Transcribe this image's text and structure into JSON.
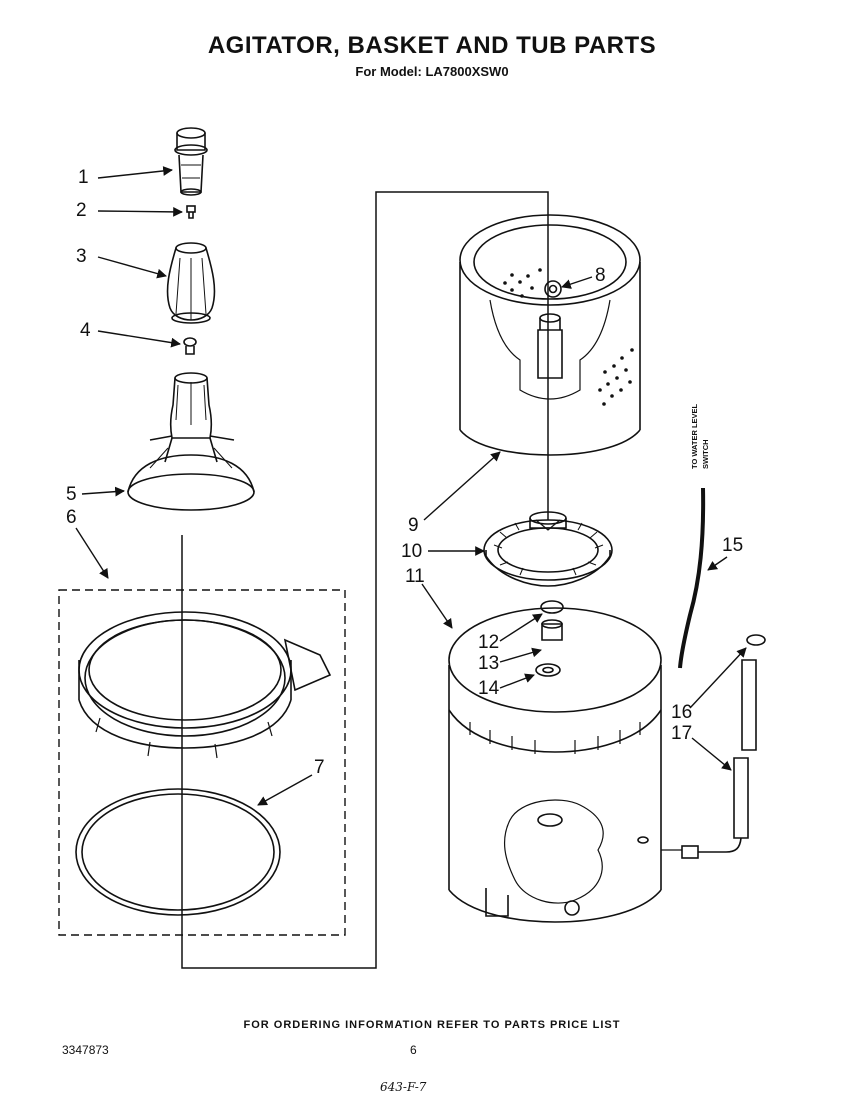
{
  "header": {
    "title": "AGITATOR, BASKET AND TUB PARTS",
    "model_line": "For Model: LA7800XSW0"
  },
  "callouts": [
    {
      "number": "1"
    },
    {
      "number": "2"
    },
    {
      "number": "3"
    },
    {
      "number": "4"
    },
    {
      "number": "5"
    },
    {
      "number": "6"
    },
    {
      "number": "7"
    },
    {
      "number": "8"
    },
    {
      "number": "9"
    },
    {
      "number": "10"
    },
    {
      "number": "11"
    },
    {
      "number": "12"
    },
    {
      "number": "13"
    },
    {
      "number": "14"
    },
    {
      "number": "15"
    },
    {
      "number": "16"
    },
    {
      "number": "17"
    }
  ],
  "side_note": {
    "line1": "TO WATER LEVEL",
    "line2": "SWITCH"
  },
  "footer": {
    "ordering_info": "FOR ORDERING INFORMATION REFER TO PARTS PRICE LIST",
    "doc_number": "3347873",
    "page_number": "6",
    "handwritten_code": "643-F-7"
  },
  "colors": {
    "ink": "#111111",
    "paper": "#ffffff"
  }
}
